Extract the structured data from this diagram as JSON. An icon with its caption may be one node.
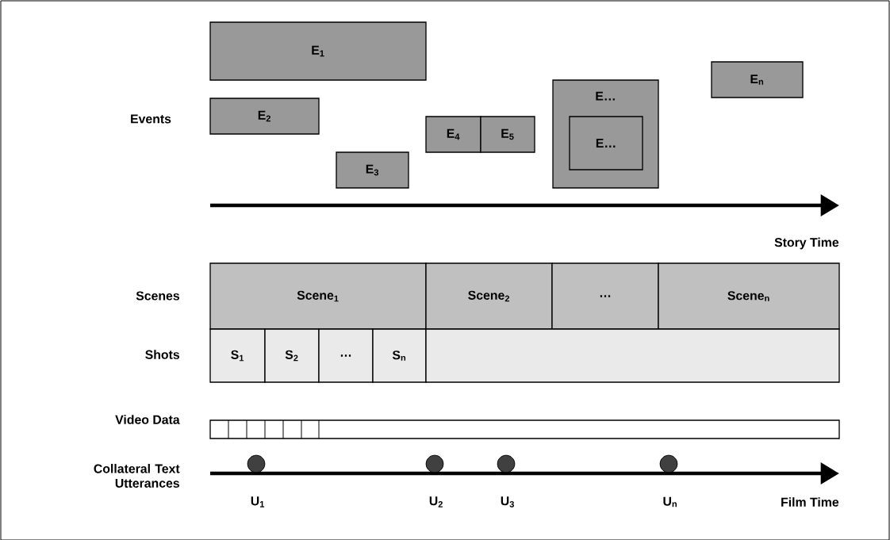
{
  "diagram": {
    "nodes": [
      {
        "text": [
          "E$_{1}$"
        ]
      },
      {
        "text": [
          "E$_{2}$"
        ]
      },
      {
        "text": [
          "E$_{3}$"
        ]
      },
      {
        "text": [
          "E$_{4}$"
        ]
      },
      {
        "text": [
          "E$_{5}$"
        ]
      },
      {
        "text": [
          "E…"
        ]
      },
      {
        "text": [
          "E…"
        ],
        "in": 5
      },
      {
        "text": [
          "E$_{n}$"
        ]
      },
      {
        "text": [
          "Scene$_{1}$"
        ]
      },
      {
        "text": [
          "Scene$_{2}$"
        ]
      },
      {
        "text": [
          "…"
        ]
      },
      {
        "text": [
          "Scene$_{n}$"
        ]
      },
      {
        "text": [
          "S$_{1}$"
        ]
      },
      {
        "text": [
          "S$_{2}$"
        ]
      },
      {
        "text": [
          "…"
        ]
      },
      {
        "text": [
          "S$_{n}$"
        ]
      },
      {
        "text": [],
        "shape": "box"
      },
      {
        "text": [],
        "shape": "bar"
      },
      {
        "text": [],
        "shape": "circle",
        "beside": [
          "U$_{1}$"
        ]
      },
      {
        "text": [],
        "shape": "circle",
        "beside": [
          "U$_{2}$"
        ]
      },
      {
        "text": [],
        "shape": "circle",
        "beside": [
          "U$_{3}$"
        ]
      },
      {
        "text": [],
        "shape": "circle",
        "beside": [
          "U$_{n}$"
        ]
      }
    ],
    "labels": [
      "Events",
      "Story Time",
      "Scenes",
      "Shots",
      "Video Data",
      "Collateral Text Utterances",
      "Film Time"
    ]
  }
}
